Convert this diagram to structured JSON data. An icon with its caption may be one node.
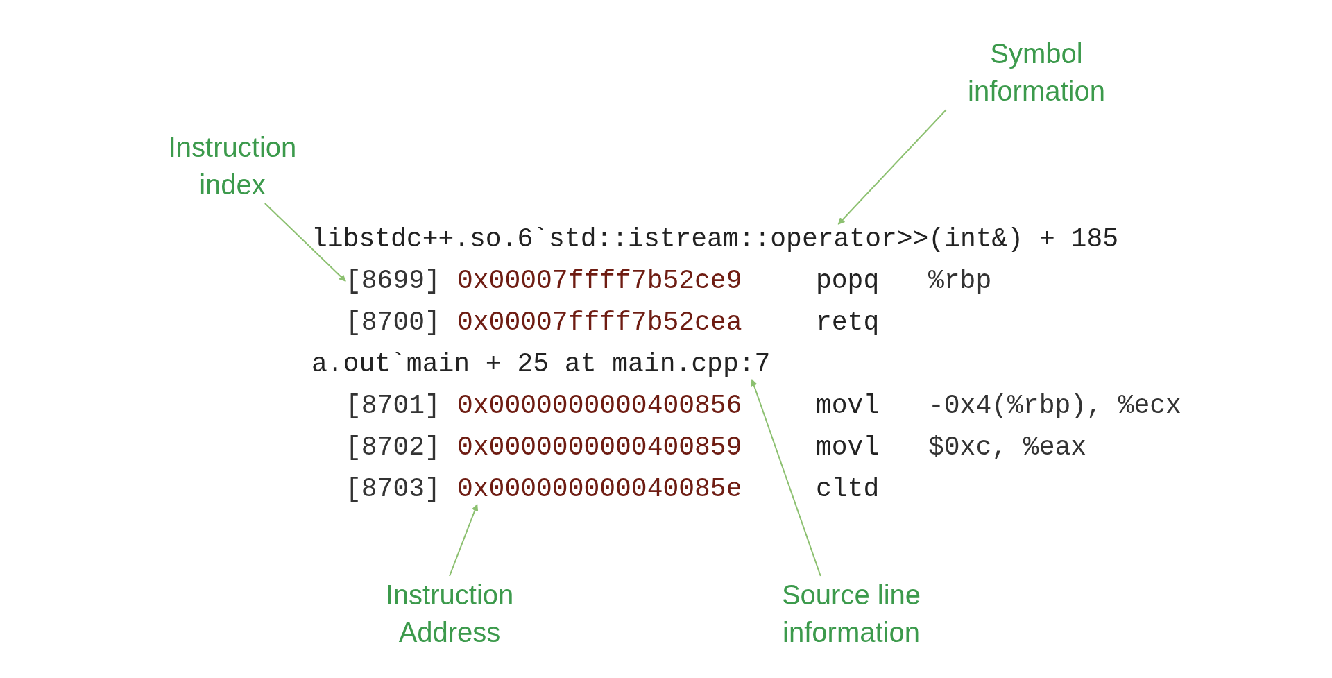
{
  "diagram": {
    "nodes": [
      {
        "text": [
          "Symbol information"
        ]
      },
      {
        "text": [
          "Instruction index"
        ]
      },
      {
        "text": [
          "Instruction Address"
        ]
      },
      {
        "text": [
          "Source line information"
        ]
      },
      {
        "text": [
          "libstdc++.so.6`std::istream::operator>>(int&) + 185"
        ]
      },
      {
        "text": [
          "[8699]"
        ]
      },
      {
        "text": [
          "a.out`main + 25 at main.cpp:7"
        ]
      },
      {
        "text": [
          "0x000000000040085e"
        ]
      }
    ],
    "edges": [
      {
        "from": 0,
        "to": 4,
        "arrow": "to"
      },
      {
        "from": 1,
        "to": 5,
        "arrow": "to"
      },
      {
        "from": 2,
        "to": 7,
        "arrow": "to"
      },
      {
        "from": 3,
        "to": 6,
        "arrow": "to"
      }
    ],
    "labels": [
      "0x00007ffff7b52ce9",
      "popq",
      "%rbp",
      "[8700]",
      "0x00007ffff7b52cea",
      "retq",
      "[8701]",
      "0x0000000000400856",
      "movl",
      "-0x4(%rbp), %ecx",
      "[8702]",
      "0x0000000000400859",
      "movl",
      "$0xc, %eax",
      "[8703]",
      "cltd"
    ]
  }
}
